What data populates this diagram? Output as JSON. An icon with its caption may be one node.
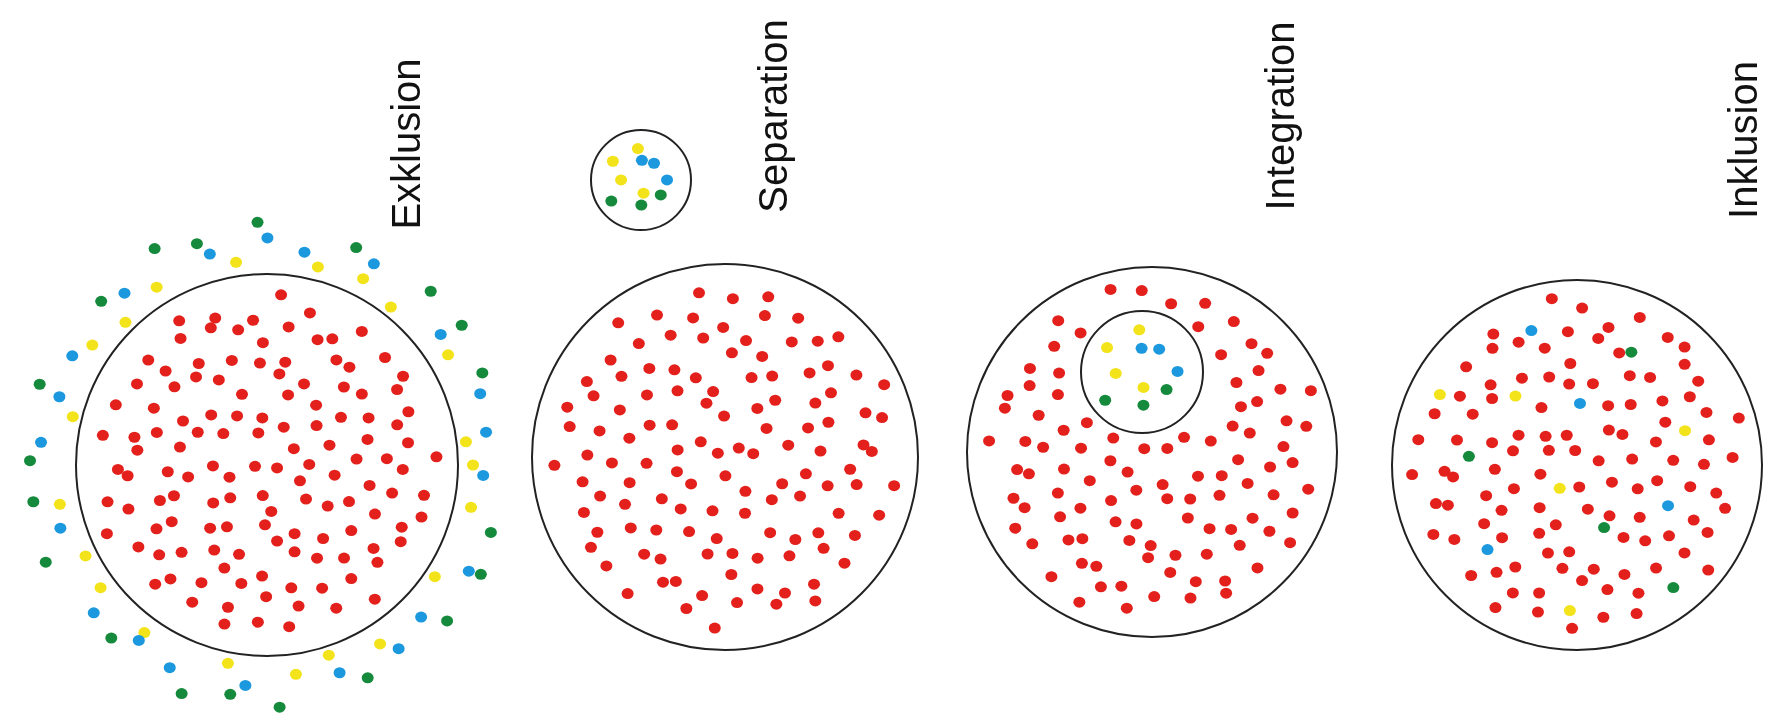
{
  "diagram": {
    "nodes": [
      {
        "text": [],
        "shape": "circle",
        "beside": [
          "Exklusion"
        ]
      },
      {
        "text": [],
        "shape": "circle",
        "beside": [
          "Separation"
        ]
      },
      {
        "text": [],
        "shape": "circle"
      },
      {
        "text": [],
        "shape": "circle",
        "beside": [
          "Integration"
        ]
      },
      {
        "text": [],
        "shape": "circle",
        "in": 3
      },
      {
        "text": [],
        "shape": "circle",
        "beside": [
          "Inklusion"
        ]
      }
    ]
  }
}
